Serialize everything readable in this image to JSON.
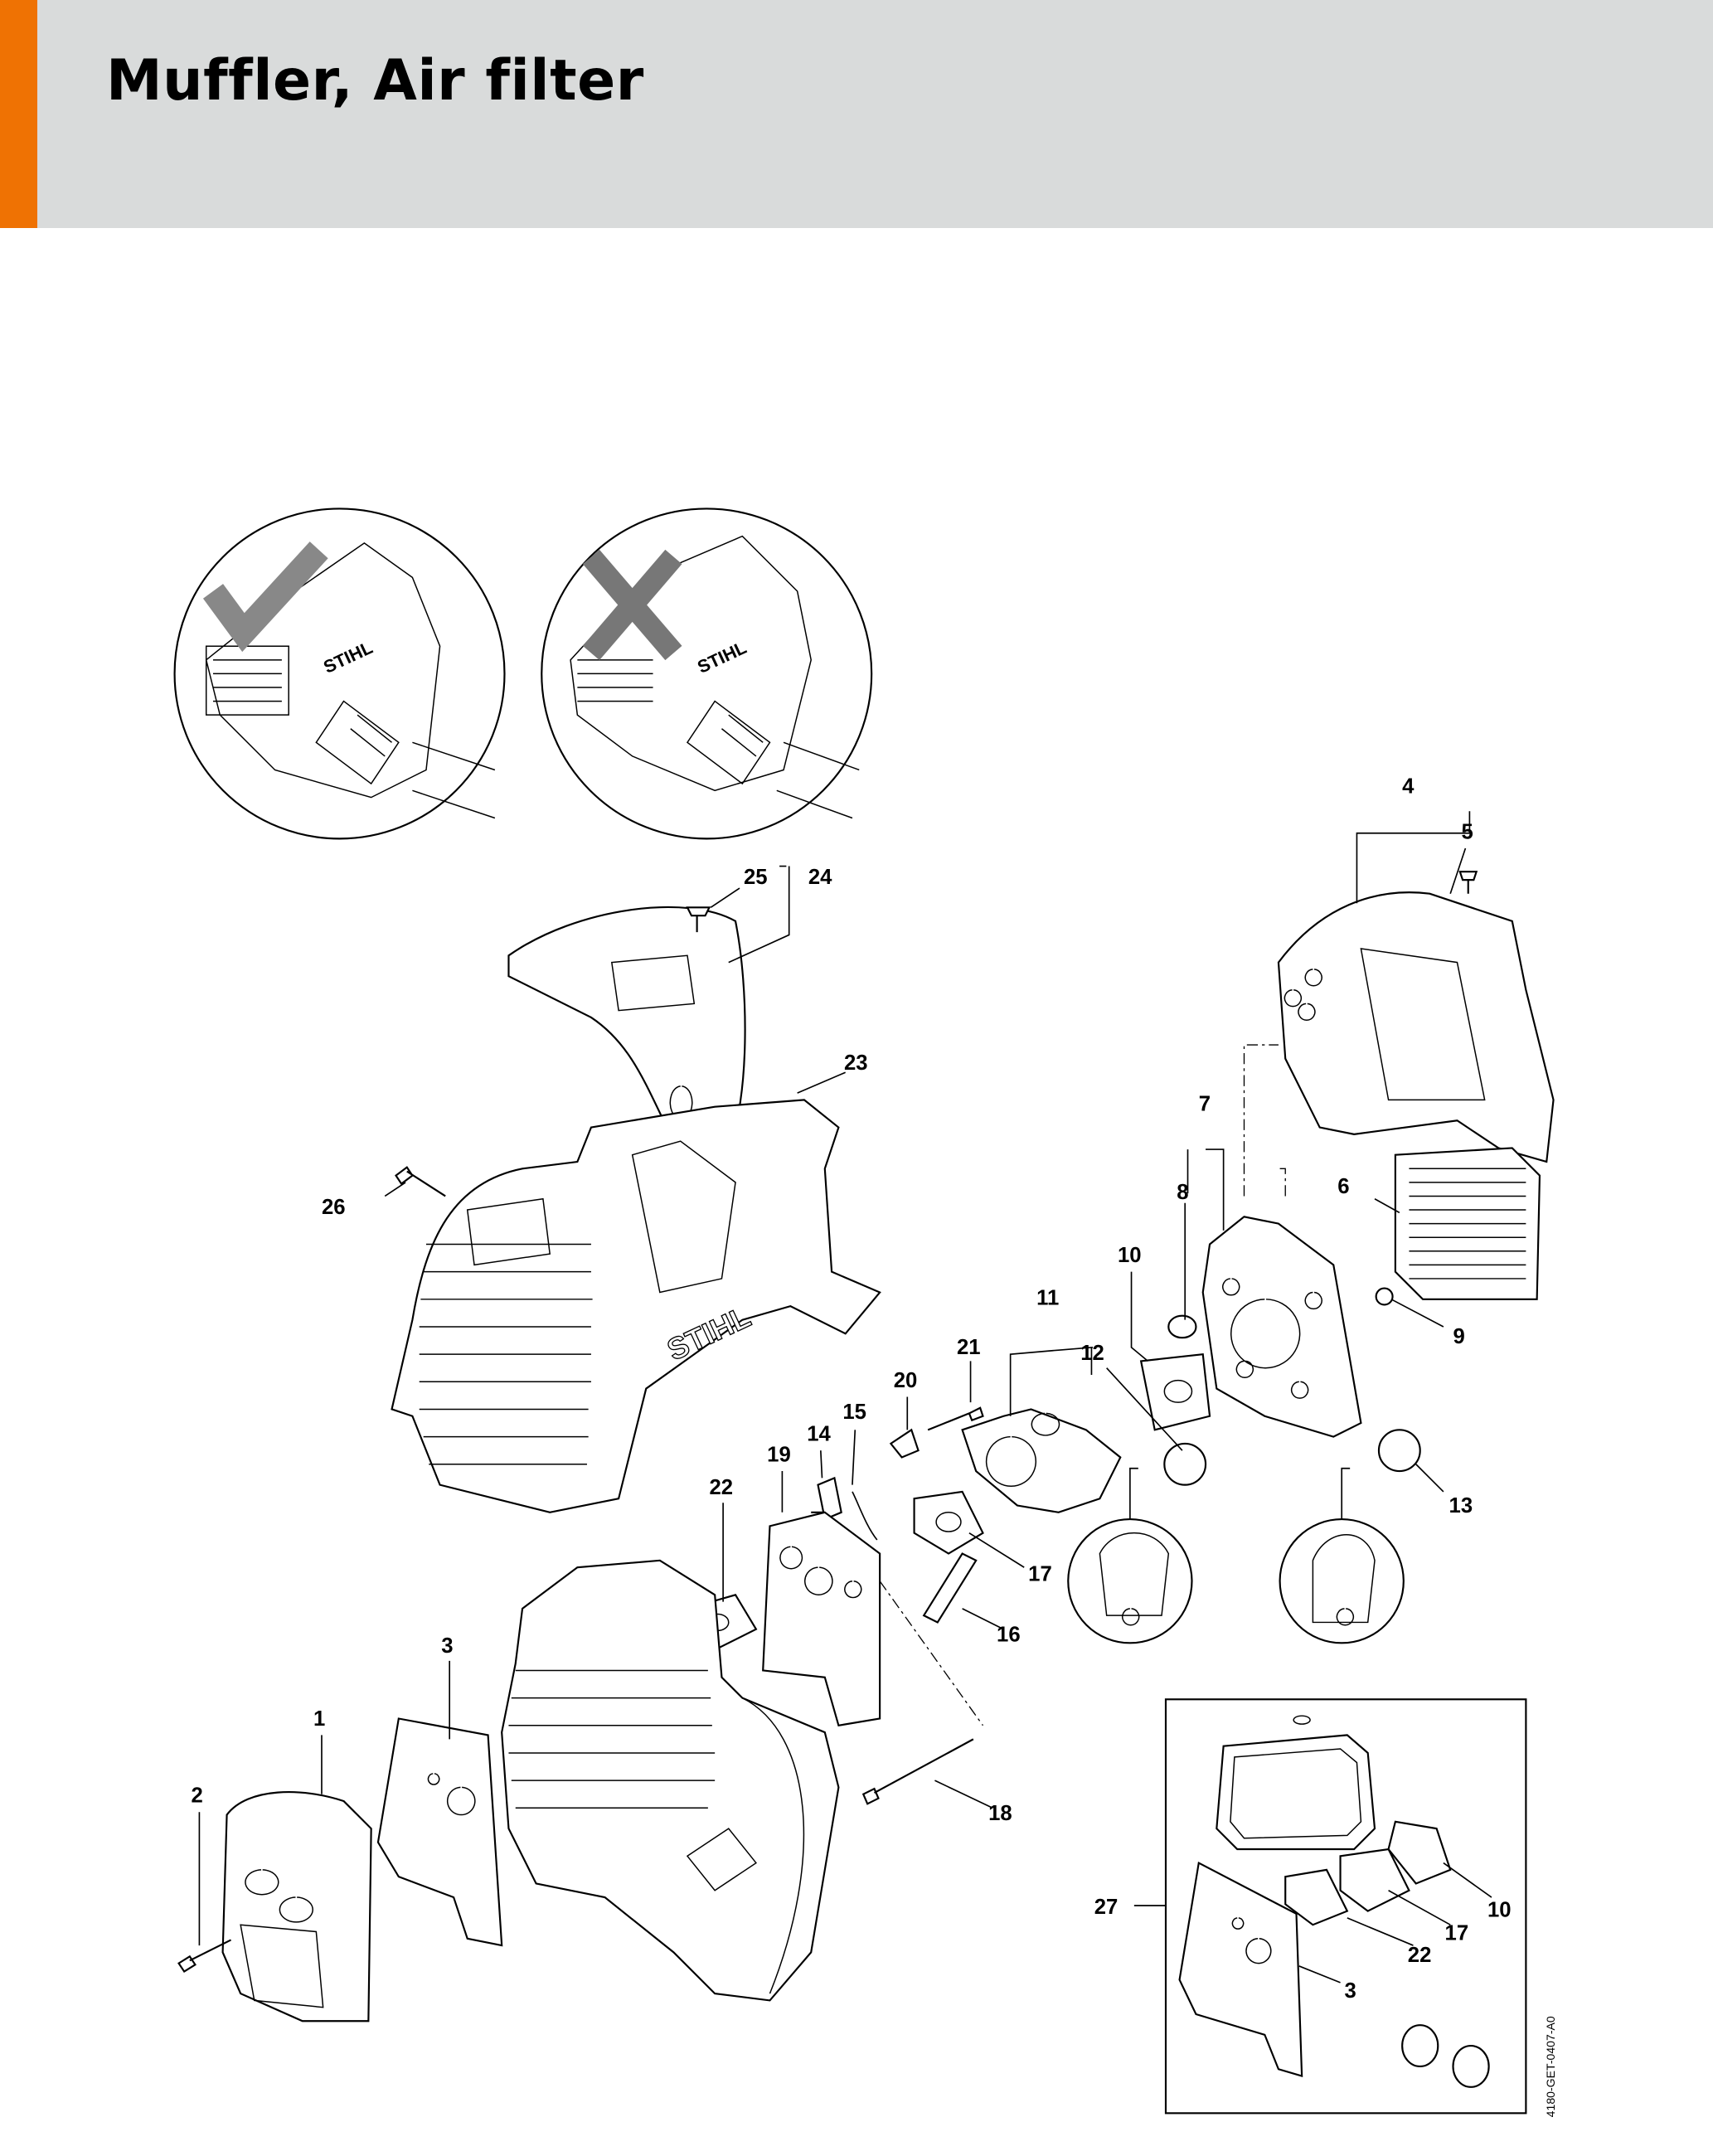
{
  "header": {
    "title": "Muffler, Air filter",
    "accent_color": "#ef7203",
    "background_color": "#d9dbdb"
  },
  "diagram": {
    "drawing_code": "4180-GET-0407-A0",
    "callouts": {
      "p1": "1",
      "p2": "2",
      "p3": "3",
      "p4": "4",
      "p5": "5",
      "p6": "6",
      "p7": "7",
      "p8": "8",
      "p9": "9",
      "p10": "10",
      "p11": "11",
      "p12": "12",
      "p13": "13",
      "p14": "14",
      "p15": "15",
      "p16": "16",
      "p17": "17",
      "p18": "18",
      "p19": "19",
      "p20": "20",
      "p21": "21",
      "p22": "22",
      "p23": "23",
      "p24": "24",
      "p25": "25",
      "p26": "26",
      "p27": "27"
    },
    "kit_callouts": {
      "p10": "10",
      "p17": "17",
      "p22": "22",
      "p3": "3"
    },
    "brand_marks": [
      "STIHL",
      "STIHL",
      "STIHL"
    ]
  }
}
